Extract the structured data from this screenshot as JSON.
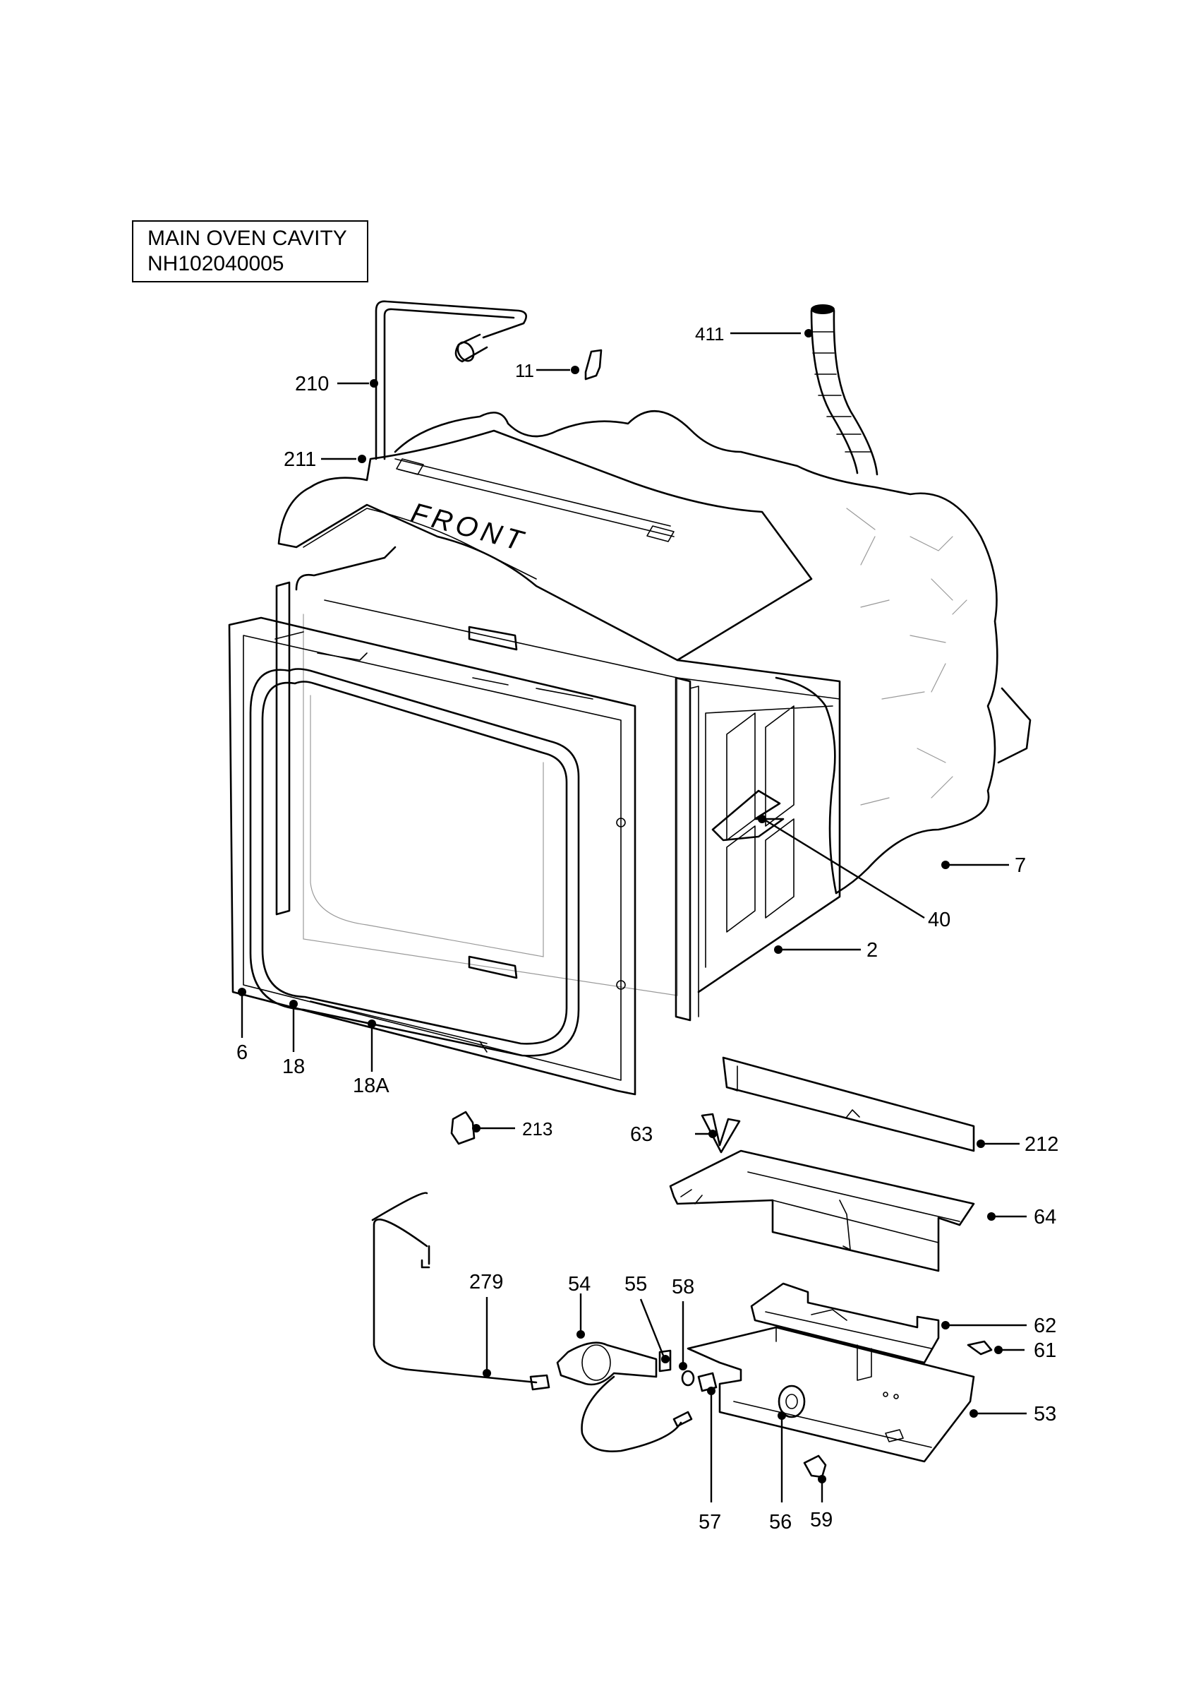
{
  "title": {
    "line1": "MAIN OVEN CAVITY",
    "line2": "NH102040005"
  },
  "front_label": "FRONT",
  "callouts": [
    "411",
    "11",
    "210",
    "211",
    "7",
    "40",
    "2",
    "6",
    "18",
    "18A",
    "213",
    "63",
    "212",
    "64",
    "279",
    "54",
    "55",
    "58",
    "62",
    "61",
    "53",
    "57",
    "56",
    "59"
  ]
}
